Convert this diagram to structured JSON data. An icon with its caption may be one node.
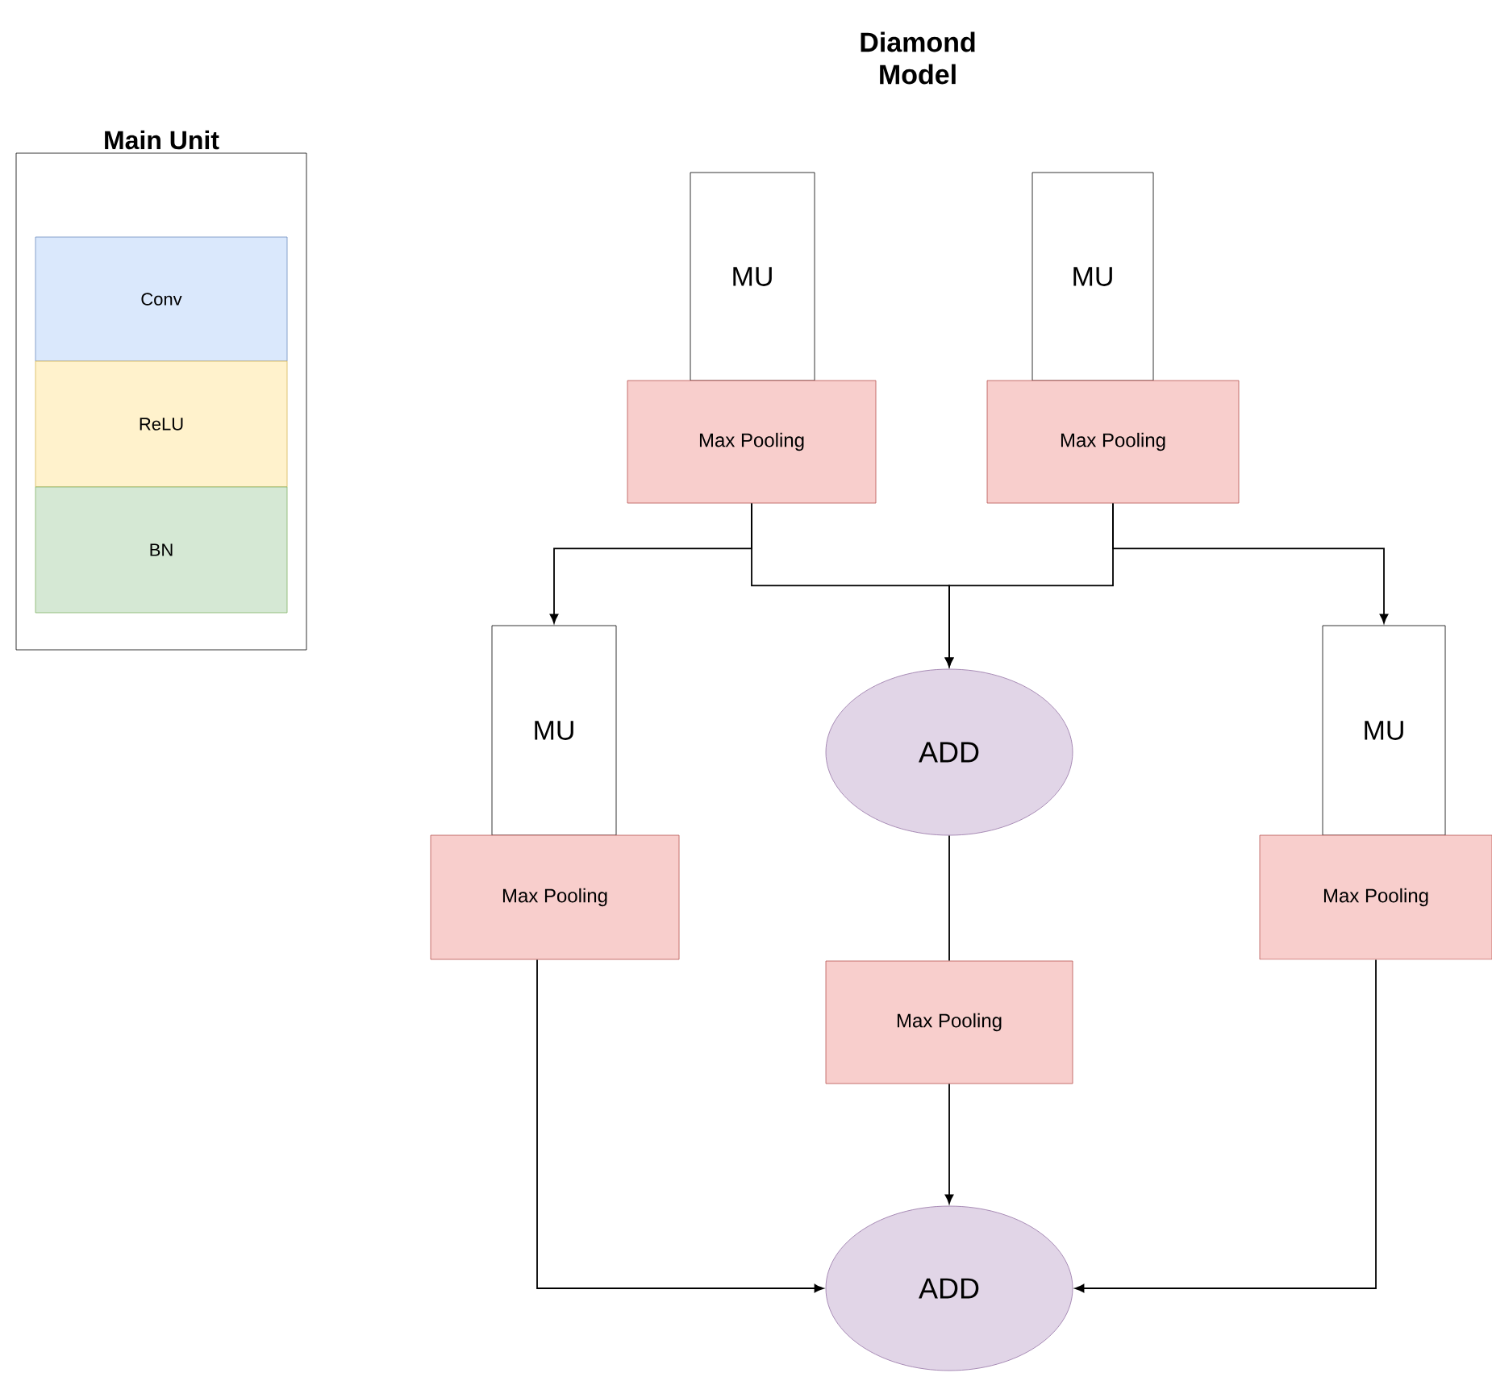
{
  "diagram": {
    "title": "Diamond Model",
    "nodes": [
      {
        "text": [
          "Main Unit"
        ]
      },
      {
        "text": [
          "Conv"
        ],
        "in": 0
      },
      {
        "text": [
          "ReLU"
        ],
        "in": 0
      },
      {
        "text": [
          "BN"
        ],
        "in": 0
      },
      {
        "text": [
          "MU"
        ]
      },
      {
        "text": [
          "Max Pooling"
        ]
      },
      {
        "text": [
          "MU"
        ]
      },
      {
        "text": [
          "Max Pooling"
        ]
      },
      {
        "text": [
          "MU"
        ]
      },
      {
        "text": [
          "Max Pooling"
        ]
      },
      {
        "text": [
          "ADD"
        ]
      },
      {
        "text": [
          "MU"
        ]
      },
      {
        "text": [
          "Max Pooling"
        ]
      },
      {
        "text": [
          "Max Pooling"
        ]
      },
      {
        "text": [
          "ADD"
        ]
      }
    ],
    "edges": [
      {
        "from": 5,
        "to": 8,
        "arrow": "to"
      },
      {
        "from": 5,
        "to": 10,
        "arrow": "to"
      },
      {
        "from": 7,
        "to": 10,
        "arrow": "to"
      },
      {
        "from": 7,
        "to": 11,
        "arrow": "to"
      },
      {
        "from": 10,
        "to": 13,
        "arrow": "none"
      },
      {
        "from": 13,
        "to": 14,
        "arrow": "to"
      },
      {
        "from": 9,
        "to": 14,
        "arrow": "to"
      },
      {
        "from": 12,
        "to": 14,
        "arrow": "to"
      }
    ]
  }
}
